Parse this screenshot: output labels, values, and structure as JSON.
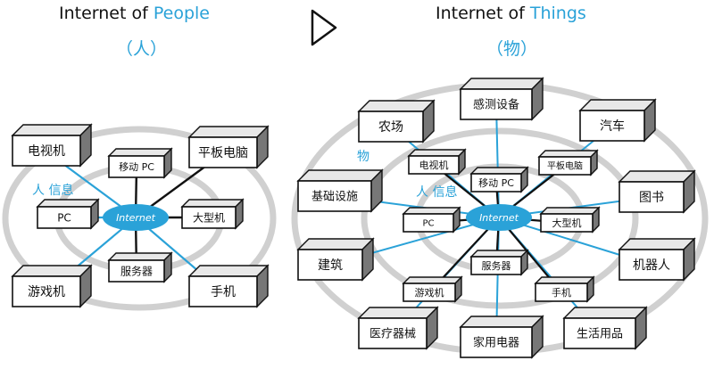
{
  "left": {
    "title_prefix": "Internet of ",
    "title_accent": "People",
    "subtitle": "（人）",
    "center": "Internet",
    "side_label": "人 信息",
    "nodes": [
      "电视机",
      "平板电脑",
      "移动 PC",
      "PC",
      "大型机",
      "服务器",
      "游戏机",
      "手机"
    ]
  },
  "right": {
    "title_prefix": "Internet of ",
    "title_accent": "Things",
    "subtitle": "（物）",
    "center": "Internet",
    "side_label_thing": "物",
    "side_label_people": "人 信息",
    "outer_nodes": [
      "感测设备",
      "农场",
      "汽车",
      "基础设施",
      "图书",
      "建筑",
      "机器人",
      "医疗器械",
      "家用电器",
      "生活用品"
    ],
    "inner_nodes": [
      "电视机",
      "平板电脑",
      "移动 PC",
      "PC",
      "大型机",
      "服务器",
      "游戏机",
      "手机"
    ]
  },
  "colors": {
    "accent": "#2aa2d8",
    "ring": "#d0d0d0",
    "box_top": "#e8e8e8",
    "box_side": "#777777"
  }
}
